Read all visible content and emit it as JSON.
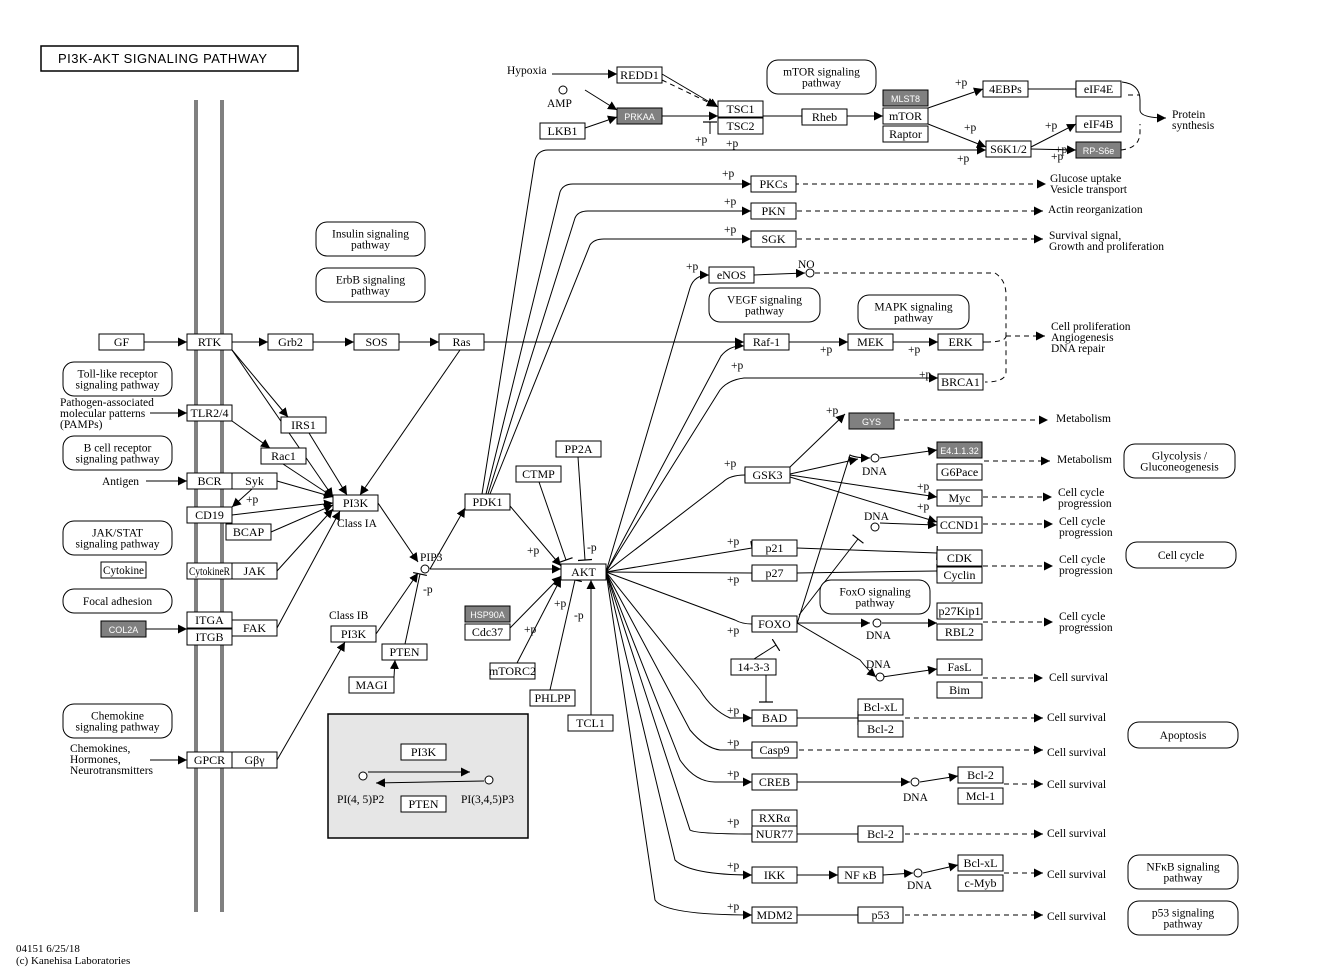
{
  "title": "PI3K-AKT  SIGNALING  PATHWAY",
  "footer": {
    "id": "04151 6/25/18",
    "copyright": "(c) Kanehisa Laboratories"
  },
  "colors": {
    "highlight_box": "#808080",
    "membrane": "#808080",
    "inset_bg": "#e6e6e6"
  },
  "nodes": {
    "GF": "GF",
    "RTK": "RTK",
    "Grb2": "Grb2",
    "SOS": "SOS",
    "Ras": "Ras",
    "TLR": "TLR2/4",
    "IRS1": "IRS1",
    "Rac1": "Rac1",
    "BCR": "BCR",
    "Syk": "Syk",
    "CD19": "CD19",
    "BCAP": "BCAP",
    "PI3K": "PI3K",
    "Cytokine": "Cytokine",
    "CytokineR": "CytokineR",
    "JAK": "JAK",
    "ITGA": "ITGA",
    "ITGB": "ITGB",
    "FAK": "FAK",
    "COL2A": "COL2A",
    "PI3Kb": "PI3K",
    "PTEN": "PTEN",
    "MAGI": "MAGI",
    "GPCR": "GPCR",
    "Gby": "Gβγ",
    "PDK1": "PDK1",
    "CTMP": "CTMP",
    "PP2A": "PP2A",
    "AKT": "AKT",
    "HSP90A": "HSP90A",
    "Cdc37": "Cdc37",
    "mTORC2": "mTORC2",
    "PHLPP": "PHLPP",
    "TCL1": "TCL1",
    "REDD1": "REDD1",
    "PRKAA": "PRKAA",
    "LKB1": "LKB1",
    "TSC1": "TSC1",
    "TSC2": "TSC2",
    "Rheb": "Rheb",
    "MLST8": "MLST8",
    "mTOR": "mTOR",
    "Raptor": "Raptor",
    "4EBPs": "4EBPs",
    "eIF4E": "eIF4E",
    "S6K": "S6K1/2",
    "eIF4B": "eIF4B",
    "RPS6": "RP-S6e",
    "PKCs": "PKCs",
    "PKN": "PKN",
    "SGK": "SGK",
    "eNOS": "eNOS",
    "Raf1": "Raf-1",
    "MEK": "MEK",
    "ERK": "ERK",
    "BRCA1": "BRCA1",
    "GYS": "GYS",
    "GSK3": "GSK3",
    "E4": "E4.1.1.32",
    "G6Pace": "G6Pace",
    "Myc": "Myc",
    "CCND1": "CCND1",
    "p21": "p21",
    "p27": "p27",
    "CDK": "CDK",
    "Cyclin": "Cyclin",
    "FOXO": "FOXO",
    "p27Kip1": "p27Kip1",
    "RBL2": "RBL2",
    "1433": "14-3-3",
    "FasL": "FasL",
    "Bim": "Bim",
    "BAD": "BAD",
    "BclxL": "Bcl-xL",
    "Bcl2a": "Bcl-2",
    "Casp9": "Casp9",
    "CREB": "CREB",
    "Bcl2b": "Bcl-2",
    "Mcl1": "Mcl-1",
    "RXRa": "RXRα",
    "NUR77": "NUR77",
    "Bcl2c": "Bcl-2",
    "IKK": "IKK",
    "NFkB": "NF κB",
    "BclxL2": "Bcl-xL",
    "cMyb": "c-Myb",
    "MDM2": "MDM2",
    "p53": "p53",
    "inPI3K": "PI3K",
    "inPTEN": "PTEN"
  },
  "pathways": {
    "insulin": [
      "Insulin signaling",
      "pathway"
    ],
    "erbb": [
      "ErbB signaling",
      "pathway"
    ],
    "toll": [
      "Toll-like receptor",
      "signaling pathway"
    ],
    "bcell": [
      "B cell receptor",
      "signaling pathway"
    ],
    "jakstat": [
      "JAK/STAT",
      "signaling pathway"
    ],
    "focal": [
      "Focal adhesion"
    ],
    "chemokine": [
      "Chemokine",
      "signaling pathway"
    ],
    "mtor": [
      "mTOR signaling",
      "pathway"
    ],
    "vegf": [
      "VEGF signaling",
      "pathway"
    ],
    "mapk": [
      "MAPK signaling",
      "pathway"
    ],
    "glycolysis": [
      "Glycolysis /",
      "Gluconeogenesis"
    ],
    "cellcycle": [
      "Cell cycle"
    ],
    "foxo": [
      "FoxO signaling",
      "pathway"
    ],
    "apoptosis": [
      "Apoptosis"
    ],
    "nfkb": [
      "NFκB signaling",
      "pathway"
    ],
    "p53": [
      "p53 signaling",
      "pathway"
    ]
  },
  "labels": {
    "pamp": [
      "Pathogen-associated",
      "molecular patterns",
      "(PAMPs)"
    ],
    "antigen": [
      "Antigen"
    ],
    "chemokines": [
      "Chemokines,",
      "Hormones,",
      "Neurotransmitters"
    ],
    "classIA": [
      "Class IA"
    ],
    "classIB": [
      "Class IB"
    ],
    "pip3": [
      "PIP3"
    ],
    "hypoxia": [
      "Hypoxia"
    ],
    "amp": [
      "AMP"
    ],
    "protein": [
      "Protein",
      "synthesis"
    ],
    "glucose": [
      "Glucose uptake",
      "Vesicle transport"
    ],
    "actin": [
      "Actin reorganization"
    ],
    "survival": [
      "Survival signal,",
      "Growth and proliferation"
    ],
    "no": [
      "NO"
    ],
    "prolif": [
      "Cell proliferation",
      "Angiogenesis",
      "DNA repair"
    ],
    "metab1": [
      "Metabolism"
    ],
    "metab2": [
      "Metabolism"
    ],
    "ccp1": [
      "Cell cycle",
      "progression"
    ],
    "ccp2": [
      "Cell cycle",
      "progression"
    ],
    "ccp3": [
      "Cell cycle",
      "progression"
    ],
    "ccp4": [
      "Cell cycle",
      "progression"
    ],
    "cs1": [
      "Cell survival"
    ],
    "cs2": [
      "Cell survival"
    ],
    "cs3": [
      "Cell survival"
    ],
    "cs4": [
      "Cell survival"
    ],
    "cs5": [
      "Cell survival"
    ],
    "cs6": [
      "Cell survival"
    ],
    "cs7": [
      "Cell survival"
    ],
    "dna1": [
      "DNA"
    ],
    "dna2": [
      "DNA"
    ],
    "dna3": [
      "DNA"
    ],
    "dna4": [
      "DNA"
    ],
    "dna5": [
      "DNA"
    ],
    "dna6": [
      "DNA"
    ],
    "pi45": [
      "PI(4, 5)P2"
    ],
    "pi345": [
      "PI(3,4,5)P3"
    ],
    "p1": [
      "+p"
    ],
    "p2": [
      "+p"
    ],
    "p3": [
      "+p"
    ],
    "p4": [
      "+p"
    ],
    "p5": [
      "+p"
    ],
    "p6": [
      "+p"
    ],
    "p7": [
      "+p"
    ],
    "p8": [
      "+p"
    ],
    "p9": [
      "+p"
    ],
    "p10": [
      "+p"
    ],
    "p11": [
      "+p"
    ],
    "p12": [
      "+p"
    ],
    "p13": [
      "+p"
    ],
    "p14": [
      "+p"
    ],
    "p15": [
      "+p"
    ],
    "p16": [
      "+p"
    ],
    "p17": [
      "+p"
    ],
    "p18": [
      "+p"
    ],
    "p19": [
      "+p"
    ],
    "p20": [
      "+p"
    ],
    "p21": [
      "+p"
    ],
    "p22": [
      "+p"
    ],
    "p23": [
      "+p"
    ],
    "p24": [
      "+p"
    ],
    "p25": [
      "+p"
    ],
    "p26": [
      "+p"
    ],
    "p27": [
      "+p"
    ],
    "p28": [
      "+p"
    ],
    "p29": [
      "+p"
    ],
    "p30": [
      "+p"
    ],
    "p31": [
      "+p"
    ],
    "p32": [
      "+p"
    ],
    "p33": [
      "+p"
    ],
    "m1": [
      "-p"
    ],
    "m2": [
      "-p"
    ],
    "m3": [
      "-p"
    ]
  }
}
